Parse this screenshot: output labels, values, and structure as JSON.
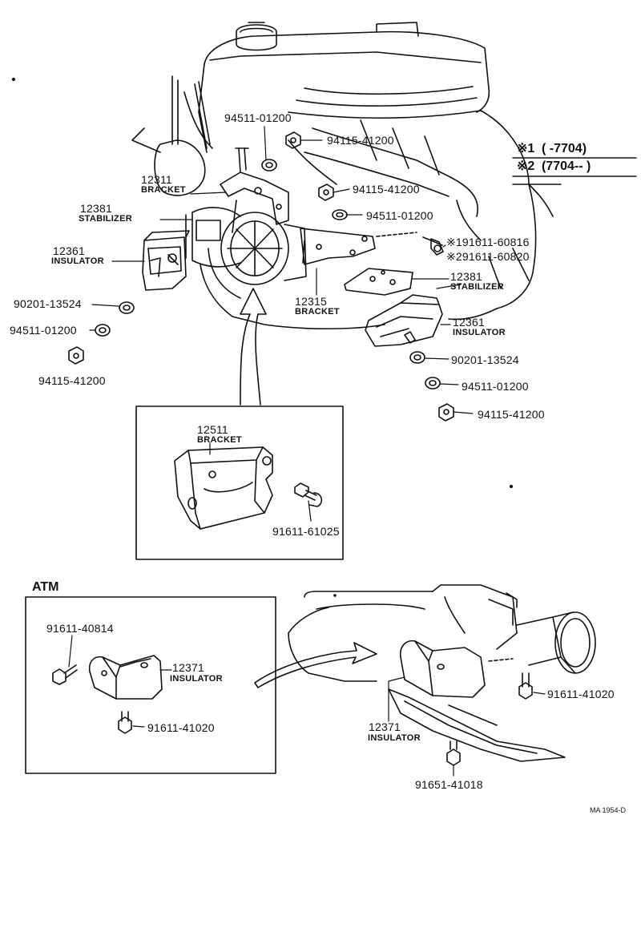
{
  "legend": {
    "row1": {
      "mark": "※1",
      "range": "(       -7704)"
    },
    "row2": {
      "mark": "※2",
      "range": "(7704--        )"
    }
  },
  "main": {
    "p_94511_top": "94511-01200",
    "p_94115_a": "94115-41200",
    "p_94115_b": "94115-41200",
    "p_94511_b": "94511-01200",
    "p_12311": "12311",
    "p_12311_name": "BRACKET",
    "p_12381_l": "12381",
    "p_12381_l_name": "STABILIZER",
    "p_12361_l": "12361",
    "p_12361_l_name": "INSULATOR",
    "p_191611": "※191611-60816",
    "p_291611": "※291611-60820",
    "p_12381_r": "12381",
    "p_12381_r_name": "STABILIZER",
    "p_12315": "12315",
    "p_12315_name": "BRACKET",
    "p_12361_r": "12361",
    "p_12361_r_name": "INSULATOR",
    "p_90201_l": "90201-13524",
    "p_94511_l": "94511-01200",
    "p_94115_l": "94115-41200",
    "p_90201_r": "90201-13524",
    "p_94511_r": "94511-01200",
    "p_94115_r": "94115-41200"
  },
  "bracket_box": {
    "p_12511": "12511",
    "p_12511_name": "BRACKET",
    "p_91611": "91611-61025"
  },
  "atm": {
    "title": "ATM",
    "p_91611_40814": "91611-40814",
    "p_12371_in": "12371",
    "p_12371_in_name": "INSULATOR",
    "p_91611_41020_in": "91611-41020",
    "p_12371": "12371",
    "p_12371_name": "INSULATOR",
    "p_91611_41020": "91611-41020",
    "p_91651": "91651-41018"
  },
  "footer": {
    "code": "MA 1954-D"
  },
  "icons": [
    "engine-illustration",
    "alternator-illustration",
    "engine-mount-illustration",
    "transmission-illustration",
    "bolt-icon",
    "nut-icon",
    "washer-icon",
    "arrow-icon"
  ]
}
